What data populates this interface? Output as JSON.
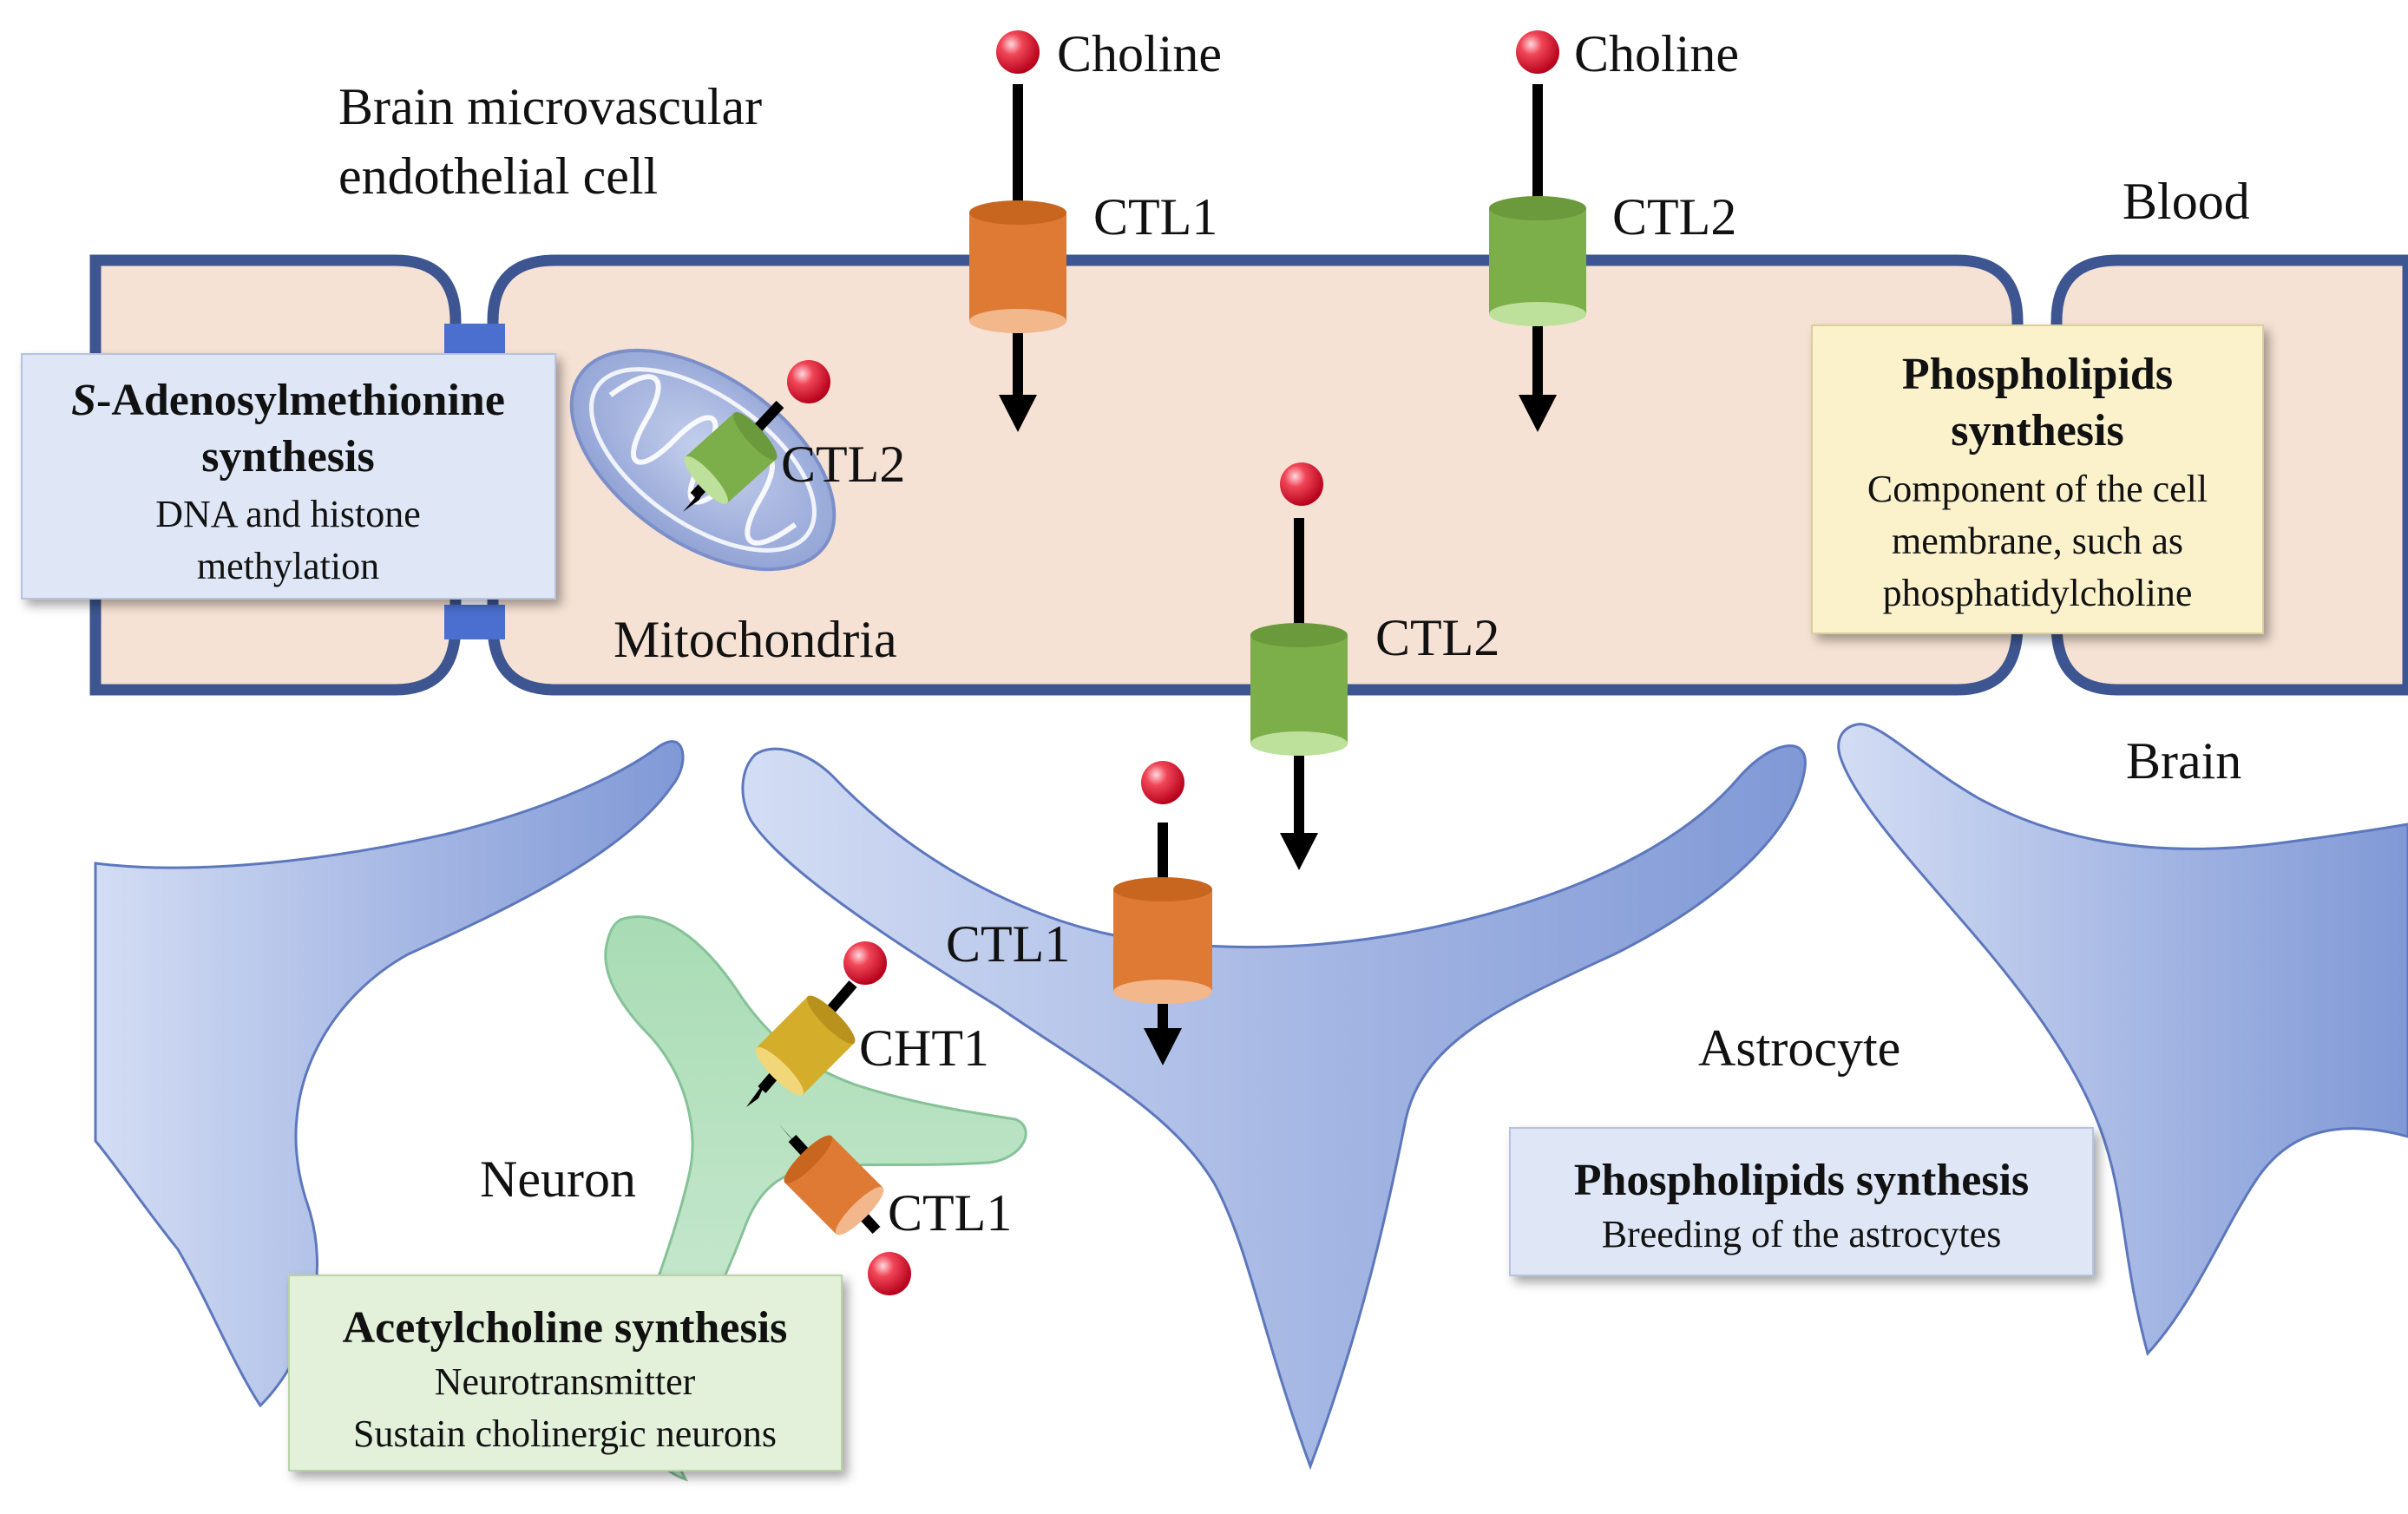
{
  "labels": {
    "endothelial_line1": "Brain microvascular",
    "endothelial_line2": "endothelial cell",
    "choline_1": "Choline",
    "choline_2": "Choline",
    "blood": "Blood",
    "brain": "Brain",
    "mitochondria": "Mitochondria",
    "astrocyte": "Astrocyte",
    "neuron": "Neuron"
  },
  "transporters": {
    "ctl1_top": "CTL1",
    "ctl2_top": "CTL2",
    "ctl2_mito": "CTL2",
    "ctl2_basal": "CTL2",
    "ctl1_astro": "CTL1",
    "cht1_neuron": "CHT1",
    "ctl1_neuron": "CTL1"
  },
  "boxes": {
    "sam": {
      "title_italic": "S",
      "title_line1_rest": "-Adenosylmethionine",
      "title_line2": "synthesis",
      "body_line1": "DNA and histone",
      "body_line2": "methylation"
    },
    "phospho_endo": {
      "title_line1": "Phospholipids",
      "title_line2": "synthesis",
      "body_line1": "Component of the cell",
      "body_line2": "membrane, such as",
      "body_line3": "phosphatidylcholine"
    },
    "phospho_astro": {
      "title": "Phospholipids synthesis",
      "body": "Breeding of the astrocytes"
    },
    "acetylcholine": {
      "title": "Acetylcholine synthesis",
      "body_line1": "Neurotransmitter",
      "body_line2": "Sustain cholinergic neurons"
    }
  },
  "icons": {
    "choline_molecule": "red-sphere",
    "transporter": "cylinder",
    "organelle": "mitochondrion"
  },
  "colors": {
    "cell_fill": "#f6e2d4",
    "membrane": "#3d5590",
    "junction": "#4a6fcf",
    "ctl1": "#de7a34",
    "ctl2": "#7cae4a",
    "cht1": "#d4ad2a",
    "astrocyte": "#9aaedf",
    "neuron": "#a9dcb6",
    "choline": "#e0182f",
    "box_sam": "#dfe7f6",
    "box_phospho_endo": "#fbf2cc",
    "box_phospho_astro": "#dfe7f6",
    "box_acetylcholine": "#e3f0da"
  }
}
